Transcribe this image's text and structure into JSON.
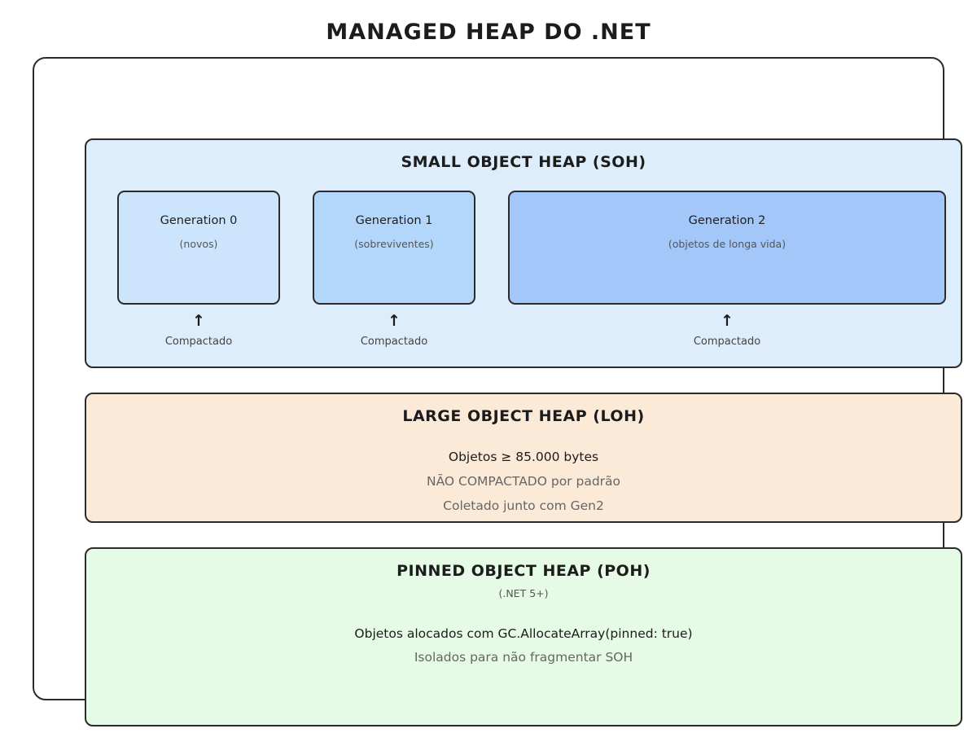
{
  "title": "MANAGED HEAP DO .NET",
  "colors": {
    "border": "#2b2b2b",
    "soh_bg": "#ddedfc",
    "gen0_bg": "#cde5fc",
    "gen1_bg": "#b3d6fb",
    "gen2_bg": "#a2c7f8",
    "loh_bg": "#fcead9",
    "poh_bg": "#e5fbe5",
    "text_dark": "#1c1c1c",
    "text_gray": "#666666"
  },
  "soh": {
    "title": "SMALL OBJECT HEAP (SOH)",
    "generations": [
      {
        "title": "Generation 0",
        "subtitle": "(novos)",
        "arrow": "↑",
        "status": "Compactado"
      },
      {
        "title": "Generation 1",
        "subtitle": "(sobreviventes)",
        "arrow": "↑",
        "status": "Compactado"
      },
      {
        "title": "Generation 2",
        "subtitle": "(objetos de longa vida)",
        "arrow": "↑",
        "status": "Compactado"
      }
    ]
  },
  "loh": {
    "title": "LARGE OBJECT HEAP (LOH)",
    "lines": [
      {
        "text": "Objetos ≥ 85.000 bytes",
        "emphasis": "dark"
      },
      {
        "text": "NÃO COMPACTADO por padrão",
        "emphasis": "gray"
      },
      {
        "text": "Coletado junto com Gen2",
        "emphasis": "gray"
      }
    ]
  },
  "poh": {
    "title": "PINNED OBJECT HEAP (POH)",
    "subtitle": "(.NET 5+)",
    "lines": [
      {
        "text": "Objetos alocados com GC.AllocateArray(pinned: true)",
        "emphasis": "dark"
      },
      {
        "text": "Isolados para não fragmentar SOH",
        "emphasis": "gray"
      }
    ]
  }
}
